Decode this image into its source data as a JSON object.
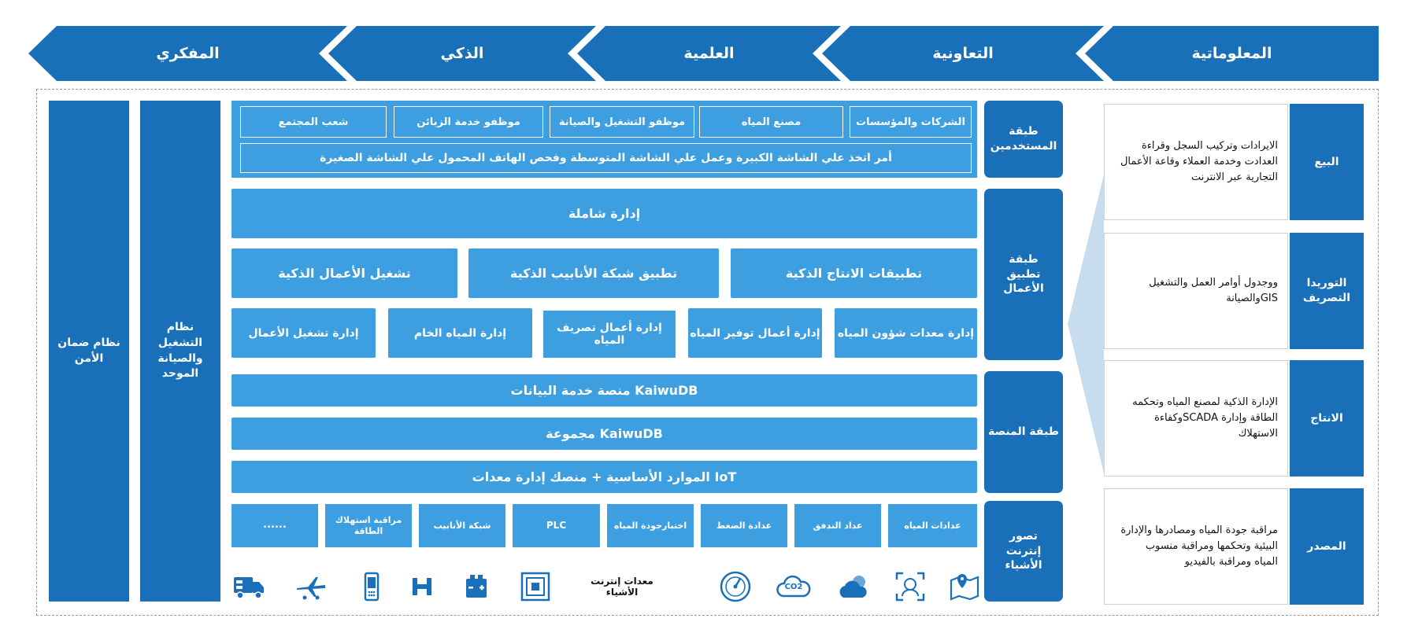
{
  "banner": {
    "items": [
      {
        "label": "المفكري"
      },
      {
        "label": "الذكي"
      },
      {
        "label": "العلمية"
      },
      {
        "label": "التعاونية"
      },
      {
        "label": "المعلوماتية"
      }
    ]
  },
  "security": {
    "label": "نظام ضمان الأمن"
  },
  "ops": {
    "label": "نظام التشغيل والصيانة الموحد"
  },
  "layers": [
    {
      "label": "طبقة المستخدمين"
    },
    {
      "label": "طبقة تطبيق الأعمال"
    },
    {
      "label": "طبقة المنصة"
    },
    {
      "label": "تصور إنترنت الأشياء"
    }
  ],
  "users": {
    "items": [
      {
        "label": "شعب المجتمع"
      },
      {
        "label": "موظفو خدمة الزبائن"
      },
      {
        "label": "موظفو التشغيل والصيانة"
      },
      {
        "label": "مصنع المياه"
      },
      {
        "label": "الشركات والمؤسسات"
      }
    ],
    "note": "أمر اتخذ علي الشاشة الكبيرة وعمل علي الشاشة المتوسطة وفحص الهاتف المحمول علي الشاشة الصغيرة"
  },
  "business": {
    "mgmt": "إدارة شاملة",
    "apps": [
      {
        "label": "تشغيل الأعمال الذكية"
      },
      {
        "label": "تطبيق شبكة الأنابيب الذكية"
      },
      {
        "label": "تطبيقات الانتاج الذكية"
      }
    ],
    "modules": [
      {
        "label": "إدارة تشغيل الأعمال"
      },
      {
        "label": "إدارة المياه الخام"
      },
      {
        "label": "إدارة أعمال تصريف المياه"
      },
      {
        "label": "إدارة أعمال توفير المياه"
      },
      {
        "label": "إدارة معدات شؤون المياه"
      }
    ]
  },
  "platform": {
    "data_service": "منصة خدمة البيانات KaiwuDB",
    "cluster": "مجموعة KaiwuDB",
    "iot": "الموارد الأساسية + منصك إدارة معدات IoT"
  },
  "devices": {
    "items": [
      {
        "label": "......"
      },
      {
        "label": "مراقبة استهلاك الطاقة"
      },
      {
        "label": "شبكة الأنابيب"
      },
      {
        "label": "PLC"
      },
      {
        "label": "اختبارجودة المياه"
      },
      {
        "label": "عدادة الضغط"
      },
      {
        "label": "عداد التدفق"
      },
      {
        "label": "عدادات المياه"
      }
    ],
    "iot_label": "معدات إنترنت الأشياء",
    "co2": "CO2"
  },
  "right": {
    "rows": [
      {
        "title": "البيع",
        "desc": "الايرادات وتركيب السجل وقراءة العدادت وخدمة العملاء وقاعة الأعمال التجارية عبر الانترنت"
      },
      {
        "title": "التوريدا التصريف",
        "desc": "ووجدول أوامر العمل والتشغيل GISوالصيانة"
      },
      {
        "title": "الانتاج",
        "desc": "الإدارة الذكية لمصنع المياه وتحكمه الطاقة وإدارة SCADAوكفاءة الاستهلاك"
      },
      {
        "title": "المصدر",
        "desc": "مراقبة جودة المياه ومصادرها والإدارة البيئية وتحكمها ومراقبة منسوب المياه ومراقبة بالفيديو"
      }
    ]
  },
  "colors": {
    "dark": "#1a70b8",
    "light": "#3d9ee0",
    "pale": "#c8dcef"
  }
}
